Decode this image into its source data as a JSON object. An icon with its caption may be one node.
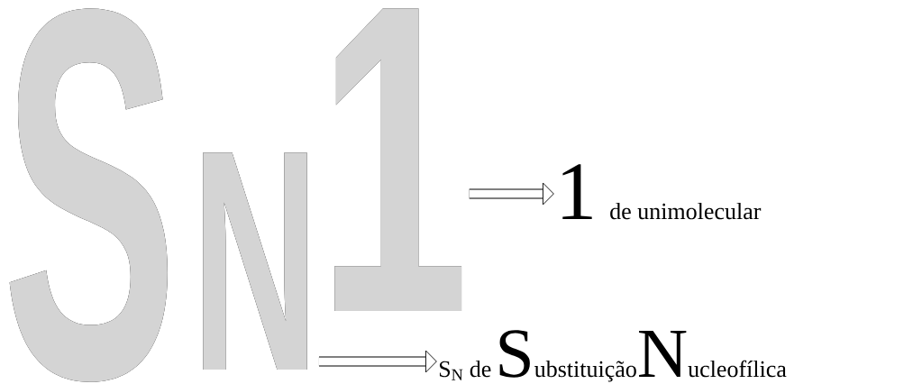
{
  "diagram": {
    "nodes": [
      {
        "text": [
          "S"
        ]
      },
      {
        "text": [
          "N"
        ]
      },
      {
        "text": [
          "1"
        ]
      },
      {
        "text": [
          "1",
          "de unimolecular"
        ]
      },
      {
        "text": [
          "S$_{N}$ de",
          "S",
          "ubstituição",
          "N",
          "ucleofílica"
        ]
      }
    ],
    "edges": [
      {
        "from": 2,
        "to": 3,
        "arrow": "to"
      },
      {
        "from": 1,
        "to": 4,
        "arrow": "to"
      }
    ]
  }
}
